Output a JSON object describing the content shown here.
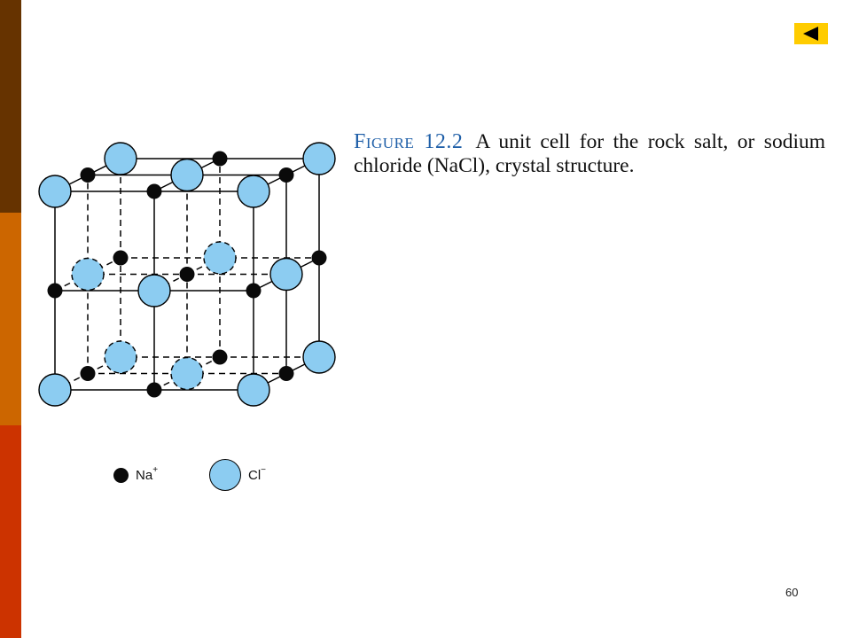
{
  "colors": {
    "sidebar_top": "#663300",
    "sidebar_middle": "#cc6600",
    "sidebar_bottom": "#cc3300",
    "back_button": "#ffcc00",
    "na_ion": "#0a0a0a",
    "cl_ion": "#8cccf1",
    "caption_label": "#1f5fa8"
  },
  "nav": {
    "back_icon": "triangle-left-icon"
  },
  "caption": {
    "label": "Figure",
    "number": "12.2",
    "text": "A unit cell for the rock salt, or sodium chloride (NaCl), crystal structure."
  },
  "legend": {
    "na_symbol": "Na",
    "na_charge": "+",
    "cl_symbol": "Cl",
    "cl_charge": "−"
  },
  "page": {
    "number": "60"
  }
}
